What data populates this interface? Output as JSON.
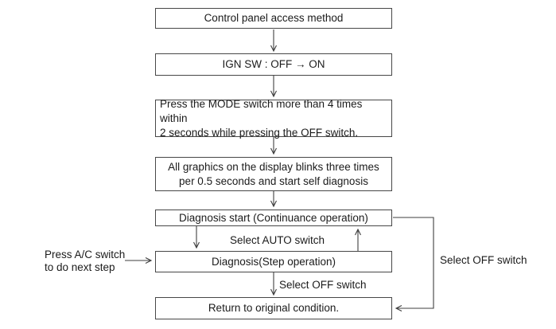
{
  "diagram": {
    "title": "Control panel access method",
    "colors": {
      "line": "#3f3f3f",
      "text": "#1b1b1b",
      "background": "#ffffff"
    },
    "boxes": [
      {
        "id": "control-panel-access",
        "lines": [
          "Control panel access method"
        ]
      },
      {
        "id": "ign-sw",
        "lines": [
          "IGN SW : OFF → ON"
        ]
      },
      {
        "id": "press-mode",
        "lines": [
          "Press the MODE switch more than 4 times within",
          "2 seconds while pressing the OFF switch."
        ]
      },
      {
        "id": "graphics-blink",
        "lines": [
          "All graphics on the display blinks three times",
          "per 0.5 seconds and start self diagnosis"
        ]
      },
      {
        "id": "diagnosis-start",
        "lines": [
          "Diagnosis start (Continuance operation)"
        ]
      },
      {
        "id": "diagnosis-step",
        "lines": [
          "Diagnosis(Step operation)"
        ]
      },
      {
        "id": "return-original",
        "lines": [
          "Return to original condition."
        ]
      }
    ],
    "edge_labels": {
      "select_auto": "Select AUTO switch",
      "select_off_mid": "Select OFF switch",
      "select_off_right": "Select OFF switch",
      "press_ac_line1": "Press A/C switch",
      "press_ac_line2": "to do next step"
    }
  }
}
